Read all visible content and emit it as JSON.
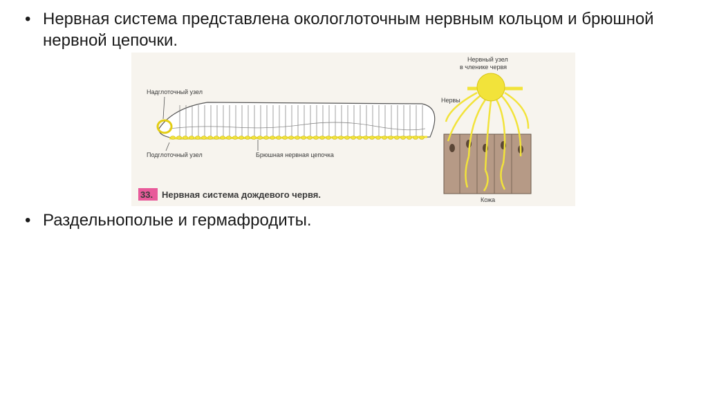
{
  "bullets": [
    "Нервная система представлена окологлоточным нервным кольцом и брюшной нервной цепочки.",
    "Раздельнополые и гермафродиты."
  ],
  "bullet_symbol": "•",
  "figure": {
    "labels": {
      "suprapharyngeal": "Надглоточный узел",
      "subpharyngeal": "Подглоточный узел",
      "ventral_chain": "Брюшная нервная цепочка",
      "node_line1": "Нервный узел",
      "node_line2": "в членике червя",
      "nerves": "Нервы",
      "skin": "Кожа"
    },
    "caption_number": "33.",
    "caption": "Нервная система дождевого червя."
  },
  "colors": {
    "nerve_yellow": "#f2e33a",
    "caption_badge": "#e85a9a",
    "skin": "#b69a86",
    "background": "#f7f4ee"
  }
}
